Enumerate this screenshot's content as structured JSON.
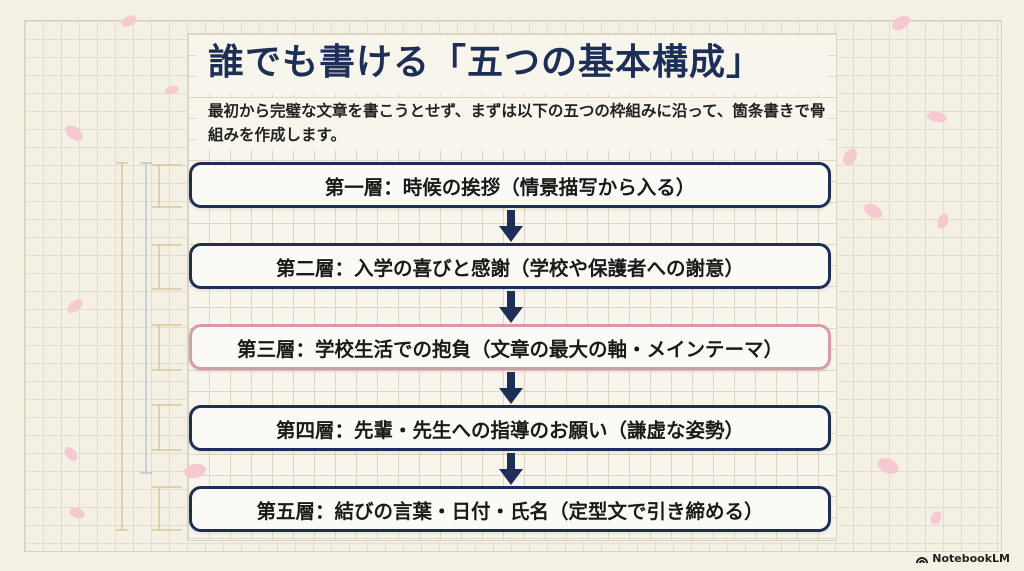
{
  "title": "誰でも書ける「五つの基本構成」",
  "subtitle": "最初から完璧な文章を書こうとせず、まずは以下の五つの枠組みに沿って、箇条書きで骨組みを作成します。",
  "layers": [
    {
      "label": "第一層：時候の挨拶（情景描写から入る）",
      "highlight": false
    },
    {
      "label": "第二層：入学の喜びと感謝（学校や保護者への謝意）",
      "highlight": false
    },
    {
      "label": "第三層：学校生活での抱負（文章の最大の軸・メインテーマ）",
      "highlight": true
    },
    {
      "label": "第四層：先輩・先生への指導のお願い（謙虚な姿勢）",
      "highlight": false
    },
    {
      "label": "第五層：結びの言葉・日付・氏名（定型文で引き締める）",
      "highlight": false
    }
  ],
  "brand": "NotebookLM",
  "colors": {
    "navy": "#1d2f57",
    "highlight_border": "#d79aa6",
    "petal": "#f4c9cf"
  }
}
